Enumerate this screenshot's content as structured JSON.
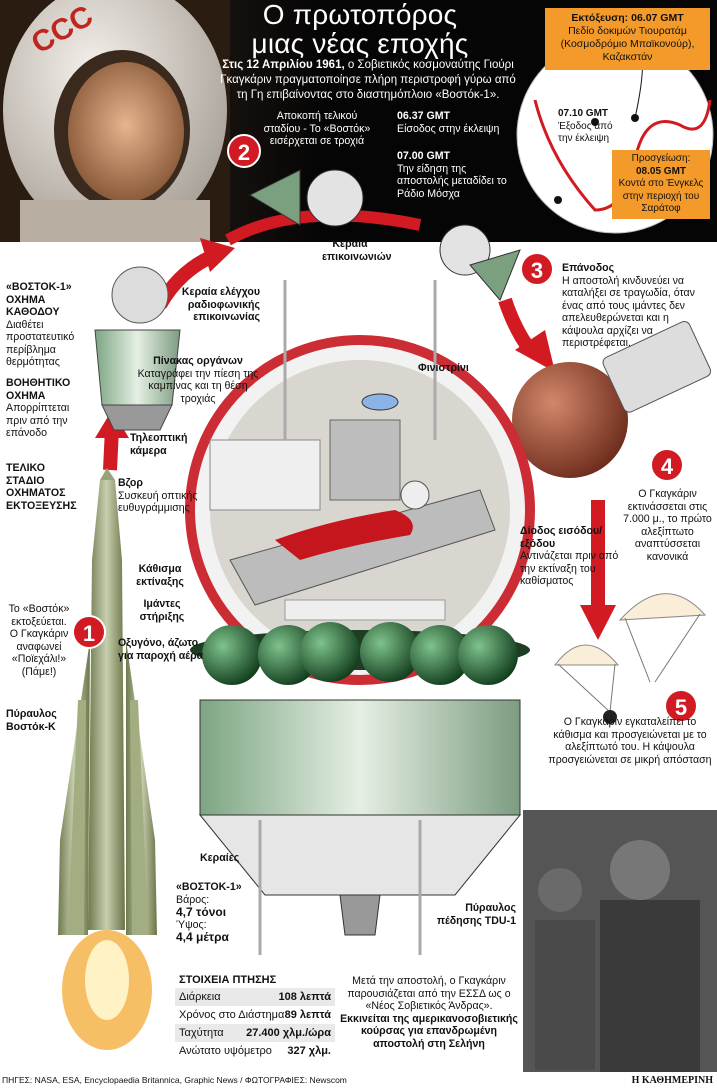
{
  "header": {
    "title_line1": "Ο πρωτοπόρος",
    "title_line2": "μιας νέας εποχής",
    "intro_bold": "Στις 12 Απριλίου 1961,",
    "intro_rest": "ο Σοβιετικός κοσμοναύτης Γιούρι Γκαγκάριν πραγματοποίησε πλήρη περιστροφή γύρω από τη Γη επιβαίνοντας στο διαστημόπλοιο «Βοστόκ-1»."
  },
  "timeline": {
    "launch_title": "Εκτόξευση: 06.07 GMT",
    "launch_text": "Πεδίο δοκιμών Τιουρατάμ (Κοσμοδρόμιο Μπαϊκονούρ), Καζακστάν",
    "t0710_time": "07.10 GMT",
    "t0710_text": "Έξοδος από την έκλειψη",
    "t0637_time": "06.37 GMT",
    "t0637_text": "Είσοδος στην έκλειψη",
    "t0700_time": "07.00 GMT",
    "t0700_text": "Την είδηση της αποστολής μεταδίδει το Ράδιο Μόσχα",
    "landing_title": "Προσγείωση:",
    "landing_time": "08.05 GMT",
    "landing_text": "Κοντά στο Ένγκελς στην περιοχή του Σαράτοφ"
  },
  "stages": {
    "s1": "1",
    "s2": "2",
    "s3": "3",
    "s4": "4",
    "s5": "5",
    "s2_text": "Αποκοπή τελικού σταδίου - Το «Βοστόκ» εισέρχεται σε τροχιά",
    "s1_text": "Το «Βοστόκ» εκτοξεύεται. Ο Γκαγκάριν αναφωνεί «Ποϊεχάλι!» (Πάμε!)",
    "s3_title": "Επάνοδος",
    "s3_text": "Η αποστολή κινδυνεύει να καταλήξει σε τραγωδία, όταν ένας από τους ιμάντες δεν απελευθερώνεται και η κάψουλα αρχίζει να περιστρέφεται.",
    "s4_text": "Ο Γκαγκάριν εκτινάσσεται στις 7.000 μ., το πρώτο αλεξίπτωτο αναπτύσσεται κανονικά",
    "s5_text": "Ο Γκαγκάριν εγκαταλείπει το κάθισμα και προσγειώνεται με το αλεξίπτωτό του. Η κάψουλα προσγειώνεται σε μικρή απόσταση"
  },
  "labels": {
    "vostok_title": "«ΒΟΣΤΟΚ-1»",
    "descent_title": "ΟΧΗΜΑ ΚΑΘΟΔΟΥ",
    "descent_text": "Διαθέτει προστατευτικό περίβλημα θερμότητας",
    "aux_title": "ΒΟΗΘΗΤΙΚΟ ΟΧΗΜΑ",
    "aux_text": "Απορρίπτεται πριν από την επάνοδο",
    "final_stage": "ΤΕΛΙΚΟ ΣΤΑΔΙΟ ΟΧΗΜΑΤΟΣ ΕΚΤΟΞΕΥΣΗΣ",
    "rocket_title": "Πύραυλος Βοστόκ-Κ",
    "comm_antenna": "Κεραία επικοινωνιών",
    "radio_antenna": "Κεραία ελέγχου ραδιοφωνικής επικοινωνίας",
    "panel_title": "Πίνακας οργάνων",
    "panel_text": "Καταγράφει την πίεση της καμπίνας και τη θέση τροχιάς",
    "porthole": "Φινιστρίνι",
    "tv_camera": "Τηλεοπτική κάμερα",
    "vzor_title": "Βζορ",
    "vzor_text": "Συσκευή οπτικής ευθυγράμμισης",
    "hatch_title": "Δίοδος εισόδου/εξόδου",
    "hatch_text": "Αντινάζεται πριν από την εκτίναξη του καθίσματος",
    "seat": "Κάθισμα εκτίναξης",
    "straps": "Ιμάντες στήριξης",
    "gas": "Οξυγόνο, άζωτο για παροχή αέρα",
    "antennas": "Κεραίες",
    "retro_title": "Πύραυλος πέδησης TDU-1"
  },
  "specs": {
    "title": "«ΒΟΣΤΟΚ-1»",
    "weight_label": "Βάρος:",
    "weight_value": "4,7 τόνοι",
    "height_label": "Ύψος:",
    "height_value": "4,4 μέτρα"
  },
  "flight_stats": {
    "title": "ΣΤΟΙΧΕΙΑ ΠΤΗΣΗΣ",
    "rows": [
      {
        "label": "Διάρκεια",
        "value": "108 λεπτά"
      },
      {
        "label": "Χρόνος στο Διάστημα",
        "value": "89 λεπτά"
      },
      {
        "label": "Ταχύτητα",
        "value": "27.400 χλμ./ώρα"
      },
      {
        "label": "Ανώτατο υψόμετρο",
        "value": "327 χλμ."
      }
    ]
  },
  "after": {
    "text": "Μετά την αποστολή, ο Γκαγκάριν παρουσιάζεται από την ΕΣΣΔ ως ο «Νέος Σοβιετικός Άνδρας».",
    "bold": "Εκκινείται της αμερικανοσοβιετικής κούρσας για επανδρωμένη αποστολή στη Σελήνη"
  },
  "footer": {
    "sources": "ΠΗΓΕΣ: NASA, ESA, Encyclopaedia Britannica, Graphic News / ΦΩΤΟΓΡΑΦΙΕΣ: Newscom",
    "brand": "Η ΚΑΘΗΜΕΡΙΝΗ"
  },
  "colors": {
    "accent_red": "#d21a22",
    "orange_box": "#f39a2a",
    "capsule_green": "#2f6b3a"
  }
}
